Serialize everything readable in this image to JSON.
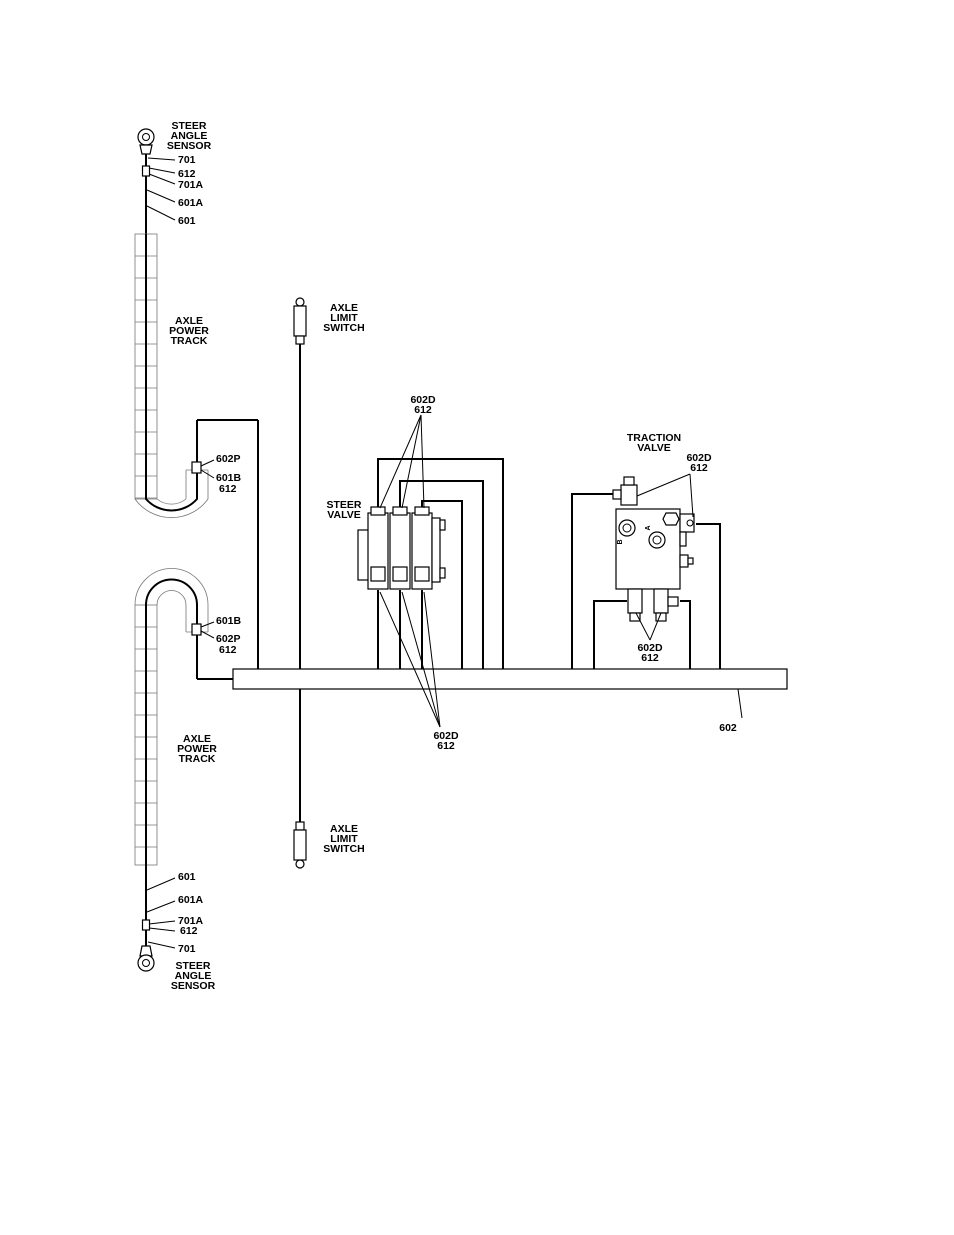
{
  "labels": {
    "steer_angle_sensor_top": [
      "STEER",
      "ANGLE",
      "SENSOR"
    ],
    "steer_angle_sensor_bottom": [
      "STEER",
      "ANGLE",
      "SENSOR"
    ],
    "axle_power_track_top": [
      "AXLE",
      "POWER",
      "TRACK"
    ],
    "axle_power_track_bottom": [
      "AXLE",
      "POWER",
      "TRACK"
    ],
    "axle_limit_switch_top": [
      "AXLE",
      "LIMIT",
      "SWITCH"
    ],
    "axle_limit_switch_bottom": [
      "AXLE",
      "LIMIT",
      "SWITCH"
    ],
    "steer_valve": [
      "STEER",
      "VALVE"
    ],
    "traction_valve": [
      "TRACTION",
      "VALVE"
    ],
    "top_sensor_wires": [
      "701",
      "612",
      "701A",
      "601A",
      "601"
    ],
    "bottom_sensor_wires": [
      "601",
      "601A",
      "701A",
      "612",
      "701"
    ],
    "track_top_connector": [
      "602P",
      "601B",
      "612"
    ],
    "track_bottom_connector": [
      "601B",
      "602P",
      "612"
    ],
    "steer_valve_upper": [
      "602D",
      "612"
    ],
    "steer_valve_lower": [
      "602D",
      "612"
    ],
    "traction_valve_upper": [
      "602D",
      "612"
    ],
    "traction_valve_lower": [
      "602D",
      "612"
    ],
    "harness": "602",
    "valve_port_b": "B",
    "valve_port_a": "A"
  }
}
